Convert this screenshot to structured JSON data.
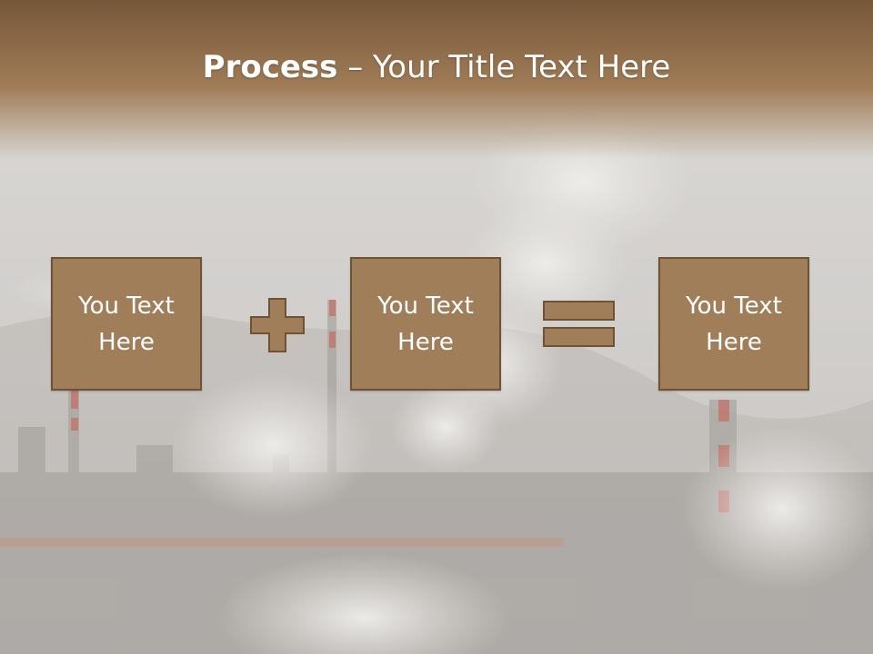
{
  "slide": {
    "title_bold": "Process",
    "title_dash": " – ",
    "title_rest": "Your Title Text Here"
  },
  "boxes": [
    {
      "label": "You Text Here"
    },
    {
      "label": "You Text Here"
    },
    {
      "label": "You Text Here"
    }
  ],
  "operators": {
    "plus": "plus-icon",
    "equals": "equals-icon"
  },
  "colors": {
    "box_fill": "#a07e59",
    "box_border": "#6e5236",
    "title_band": "#8a6847"
  }
}
